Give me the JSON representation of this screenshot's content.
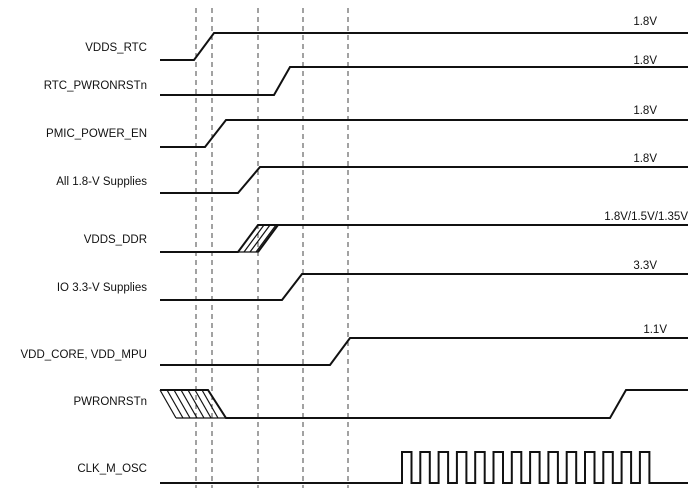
{
  "signals": [
    {
      "name": "VDDS_RTC",
      "voltage": "1.8V"
    },
    {
      "name": "RTC_PWRONRSTn",
      "voltage": "1.8V"
    },
    {
      "name": "PMIC_POWER_EN",
      "voltage": "1.8V"
    },
    {
      "name": "All 1.8-V Supplies",
      "voltage": "1.8V"
    },
    {
      "name": "VDDS_DDR",
      "voltage": "1.8V/1.5V/1.35V"
    },
    {
      "name": "IO 3.3-V Supplies",
      "voltage": "3.3V"
    },
    {
      "name": "VDD_CORE, VDD_MPU",
      "voltage": "1.1V"
    },
    {
      "name": "PWRONRSTn",
      "voltage": ""
    },
    {
      "name": "CLK_M_OSC",
      "voltage": ""
    }
  ]
}
